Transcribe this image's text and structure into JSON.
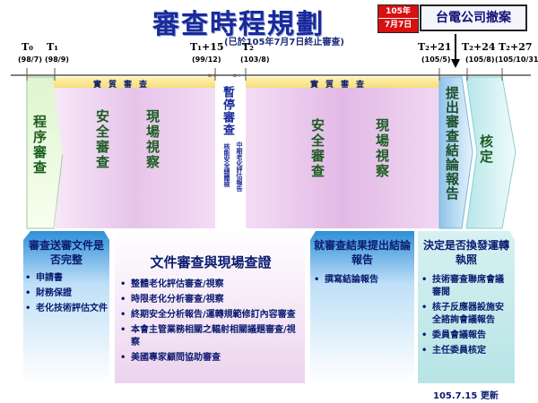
{
  "header": {
    "title": "審查時程規劃",
    "subtitle": "(已於105年7月7日終止審查)",
    "badge_line1": "105年",
    "badge_line2": "7月7日",
    "withdraw_label": "台電公司撤案"
  },
  "timeline": {
    "ticks": [
      {
        "label": "T₀",
        "date": "(98/7)"
      },
      {
        "label": "T₁",
        "date": "(98/9)"
      },
      {
        "label": "T₁+15",
        "date": "(99/12)"
      },
      {
        "label": "T₂",
        "date": "(103/8)"
      },
      {
        "label": "T₂+21",
        "date": "(105/5)"
      },
      {
        "label": "T₂+24",
        "date": "(105/8)"
      },
      {
        "label": "T₂+27",
        "date": "(105/10/31)"
      }
    ]
  },
  "phases": {
    "initial_review": "程序審查",
    "band_left": "實質審查",
    "band_right": "實質審查",
    "left_safety": "安全審查",
    "left_site": "現場視察",
    "pause_title": "暫停審查",
    "pause_note_1": "中期老化評估報告",
    "pause_note_2": "核能安全總體檢",
    "right_safety": "安全審查",
    "right_site": "現場視察",
    "conclusion_report": "提出審查結論報告",
    "approval": "核定"
  },
  "boxes": {
    "completeness": {
      "title": "審查送審文件是否完整",
      "items": [
        "申請書",
        "財務保證",
        "老化技術評估文件"
      ]
    },
    "document_review": {
      "title": "文件審查與現場查證",
      "items": [
        "整體老化評估審查/視察",
        "時限老化分析審查/視察",
        "終期安全分析報告/運轉規範修訂內容審查",
        "本會主管業務相關之輻射相關議題審查/視察",
        "美國專家顧問協助審查"
      ]
    },
    "conclusion": {
      "title": "就審查結果提出結論報告",
      "items": [
        "撰寫結論報告"
      ]
    },
    "decision": {
      "title": "決定是否換發運轉執照",
      "items": [
        "技術審查聯席會議審閱",
        "核子反應器設施安全諮詢會議報告",
        "委員會議報告",
        "主任委員核定"
      ]
    }
  },
  "footer": "105.7.15 更新",
  "colors": {
    "title": "#1a2a9a",
    "badge": "#d91010",
    "phase_text": "#1b5e20",
    "text": "#0a1a6e"
  }
}
